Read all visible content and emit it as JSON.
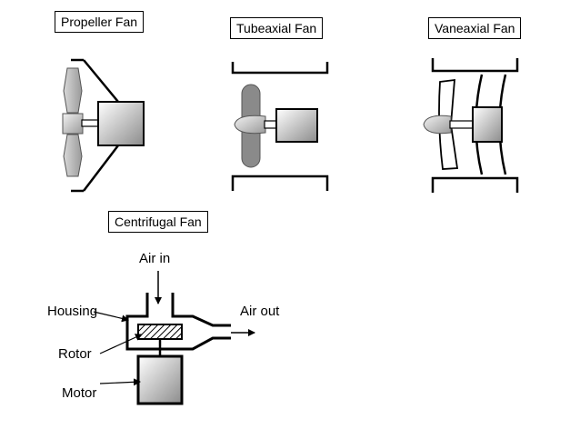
{
  "fans": {
    "propeller": {
      "title": "Propeller Fan"
    },
    "tubeaxial": {
      "title": "Tubeaxial Fan"
    },
    "vaneaxial": {
      "title": "Vaneaxial Fan"
    },
    "centrifugal": {
      "title": "Centrifugal Fan",
      "labels": {
        "air_in": "Air in",
        "air_out": "Air out",
        "housing": "Housing",
        "rotor": "Rotor",
        "motor": "Motor"
      }
    }
  },
  "colors": {
    "stroke": "#000000",
    "blade_gray": "#8a8a8a",
    "motor_light": "#ffffff",
    "motor_dark": "#8c8c8c"
  }
}
